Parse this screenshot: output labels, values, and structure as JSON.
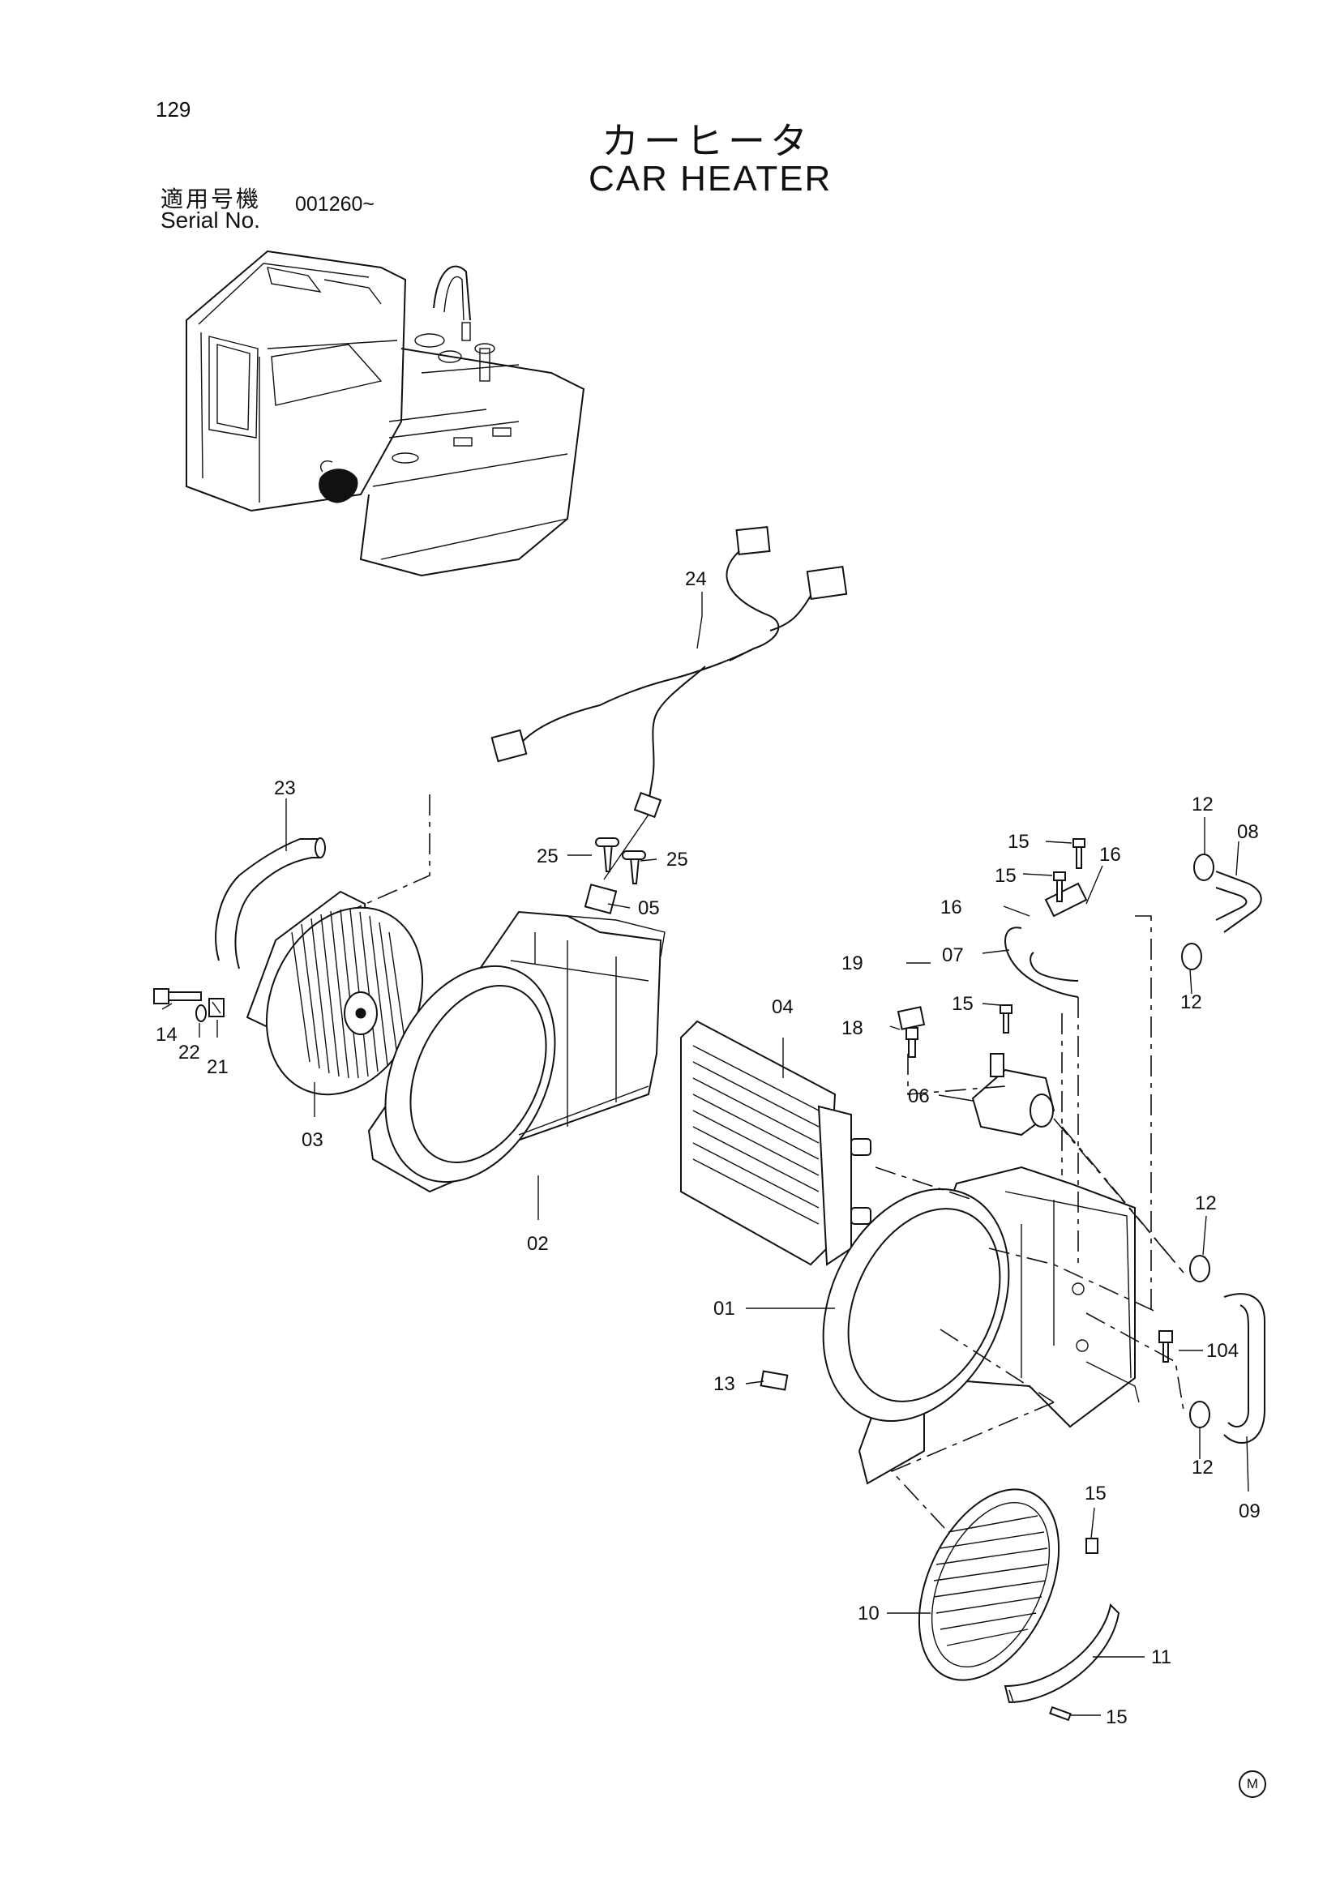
{
  "page": {
    "number": "129",
    "mark": "M"
  },
  "title": {
    "japanese": "カーヒータ",
    "english": "CAR HEATER"
  },
  "serial": {
    "label_ja": "適用号機",
    "label_en": "Serial No.",
    "value": "001260~"
  },
  "callouts": {
    "c24": "24",
    "c23": "23",
    "c25a": "25",
    "c25b": "25",
    "c05": "05",
    "c14": "14",
    "c22": "22",
    "c21": "21",
    "c03": "03",
    "c02": "02",
    "c04": "04",
    "c15a": "15",
    "c15b": "15",
    "c15c": "15",
    "c15d": "15",
    "c15e": "15",
    "c16a": "16",
    "c16b": "16",
    "c07": "07",
    "c19": "19",
    "c18": "18",
    "c06": "06",
    "c12a": "12",
    "c12b": "12",
    "c12c": "12",
    "c12d": "12",
    "c08": "08",
    "c09": "09",
    "c01": "01",
    "c13": "13",
    "c104": "104",
    "c10": "10",
    "c11": "11"
  }
}
